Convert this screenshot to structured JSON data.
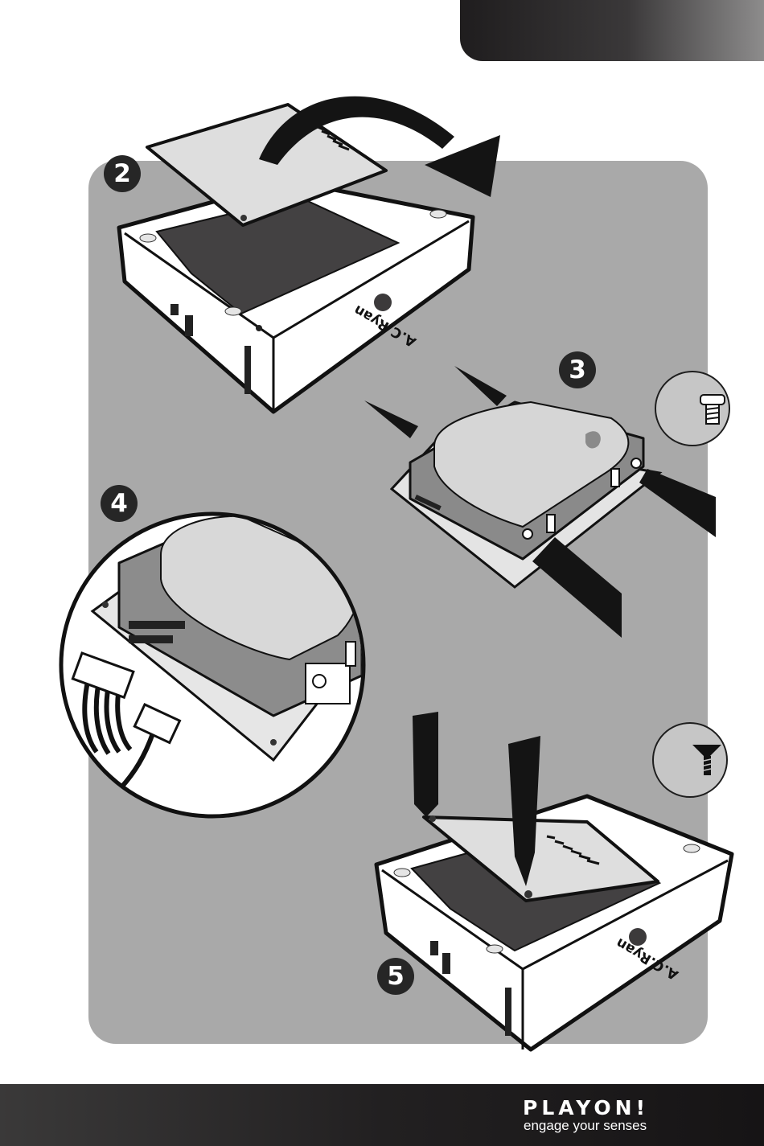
{
  "steps": [
    {
      "number": "2"
    },
    {
      "number": "3"
    },
    {
      "number": "4"
    },
    {
      "number": "5"
    }
  ],
  "device": {
    "brand_label": "A.C.Ryan"
  },
  "footer": {
    "logo": "PLAYON!",
    "tagline": "engage your senses"
  },
  "colors": {
    "panel": "#a9a9a9",
    "dark": "#262626",
    "footer": "#1c1a1b",
    "drive_bay": "#3f3d3e",
    "drive_body": "#8a8a8a"
  },
  "icons": [
    "arrow-icon",
    "screw-icon",
    "cable-icon",
    "hard-drive-icon"
  ]
}
